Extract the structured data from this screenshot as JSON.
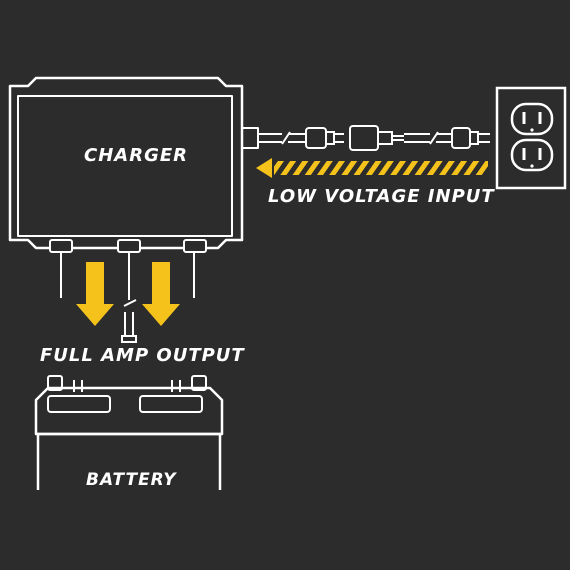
{
  "labels": {
    "charger": "CHARGER",
    "low_voltage_input": "LOW VOLTAGE INPUT",
    "full_amp_output": "FULL AMP OUTPUT",
    "battery": "BATTERY"
  },
  "colors": {
    "background": "#2c2c2c",
    "line": "#ffffff",
    "accent": "#f5c21b"
  },
  "icons": [
    "power-outlet-icon",
    "extension-plug-icon",
    "battery-icon",
    "charger-icon"
  ]
}
